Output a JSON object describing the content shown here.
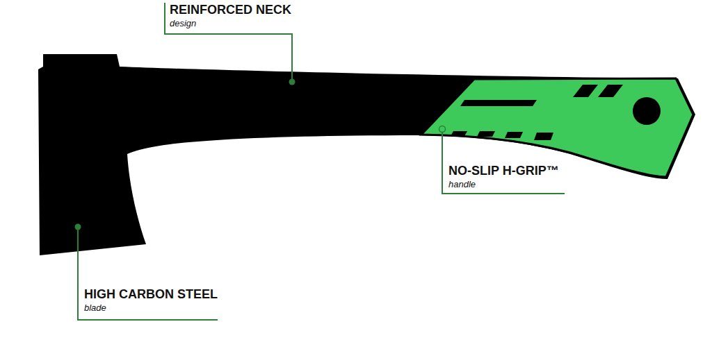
{
  "diagram": {
    "labels": [
      "REINFORCED NECK",
      "design",
      "NO-SLIP H-GRIP™",
      "handle",
      "HIGH CARBON STEEL",
      "blade"
    ]
  }
}
